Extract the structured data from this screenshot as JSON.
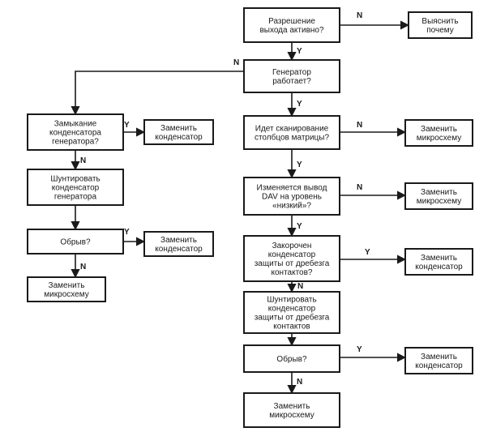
{
  "nodes": {
    "q_exit_enable": [
      "Разрешение",
      "выхода активно?"
    ],
    "a_find_reason": [
      "Выяснить",
      "почему"
    ],
    "q_gen_running": [
      "Генератор",
      "работает?"
    ],
    "q_gen_cap_short": [
      "Замыкание",
      "конденсатора",
      "генератора?"
    ],
    "a_replace_cap_1": [
      "Заменить",
      "конденсатор"
    ],
    "a_shunt_gen_cap": [
      "Шунтировать",
      "конденсатор",
      "генератора"
    ],
    "q_break_1": [
      "Обрыв?"
    ],
    "a_replace_cap_2": [
      "Заменить",
      "конденсатор"
    ],
    "a_replace_ic_1": [
      "Заменить",
      "микросхему"
    ],
    "q_column_scan": [
      "Идет сканирование",
      "столбцов матрицы?"
    ],
    "a_replace_ic_2": [
      "Заменить",
      "микросхему"
    ],
    "q_dav_low": [
      "Изменяется вывод",
      "DAV на уровень",
      "«низкий»?"
    ],
    "a_replace_ic_3": [
      "Заменить",
      "микросхему"
    ],
    "q_debounce_short": [
      "Закорочен",
      "конденсатор",
      "защиты от дребезга",
      "контактов?"
    ],
    "a_replace_cap_3": [
      "Заменить",
      "конденсатор"
    ],
    "a_shunt_debounce": [
      "Шунтировать",
      "конденсатор",
      "защиты от дребезга",
      "контактов"
    ],
    "q_break_2": [
      "Обрыв?"
    ],
    "a_replace_cap_4": [
      "Заменить",
      "конденсатор"
    ],
    "a_replace_ic_4": [
      "Заменить",
      "микросхему"
    ]
  },
  "edge_labels": {
    "yes": "Y",
    "no": "N"
  }
}
